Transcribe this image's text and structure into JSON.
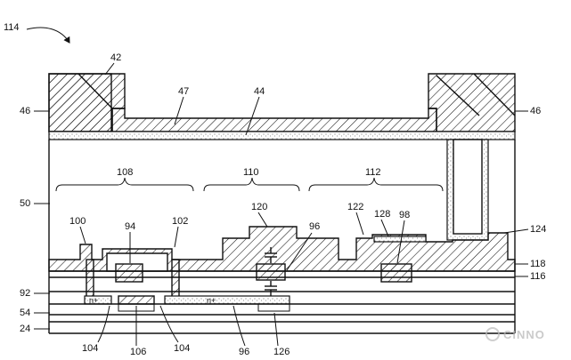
{
  "figure": {
    "ref_114": "114",
    "labels": {
      "l42": "42",
      "l47": "47",
      "l44": "44",
      "l46_left": "46",
      "l46_right": "46",
      "l50": "50",
      "l108": "108",
      "l110": "110",
      "l112": "112",
      "l100": "100",
      "l94": "94",
      "l102": "102",
      "l120": "120",
      "l96_top": "96",
      "l122": "122",
      "l128": "128",
      "l98": "98",
      "l124": "124",
      "l118": "118",
      "l116": "116",
      "l92": "92",
      "l54": "54",
      "l24": "24",
      "l104_left": "104",
      "l106": "106",
      "l104_right": "104",
      "l96_bottom": "96",
      "l126": "126",
      "nplus_left": "n+",
      "nplus_right": "n+"
    },
    "watermark": "CINNO"
  }
}
